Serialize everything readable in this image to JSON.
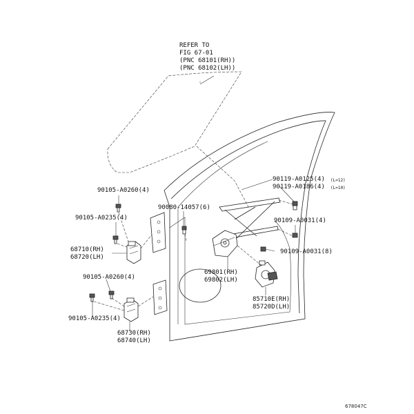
{
  "refer": {
    "line1": "REFER TO",
    "line2": "FIG 67-01",
    "line3": "(PNC 68101(RH))",
    "line4": "(PNC 68102(LH))"
  },
  "labels": {
    "l_90105_a0260_top": "90105-A0260(4)",
    "l_90105_a0235_top": "90105-A0235(4)",
    "l_68710": "68710(RH)",
    "l_68720": "68720(LH)",
    "l_90105_a0260_bot": "90105-A0260(4)",
    "l_90105_a0235_bot": "90105-A0235(4)",
    "l_68730": "68730(RH)",
    "l_68740": "68740(LH)",
    "l_90080": "90080-14057(6)",
    "l_90119_a0125": "90119-A0125(4)",
    "l_90119_a0125_note": "(L=12)",
    "l_90119_a0186": "90119-A0186(4)",
    "l_90119_a0186_note": "(L=10)",
    "l_90109_a0031_4": "90109-A0031(4)",
    "l_90109_a0031_8": "90109-A0031(8)",
    "l_69801": "69801(RH)",
    "l_69802": "69802(LH)",
    "l_85710e": "85710E(RH)",
    "l_85720d": "85720D(LH)"
  },
  "drawing_code": "678047C"
}
